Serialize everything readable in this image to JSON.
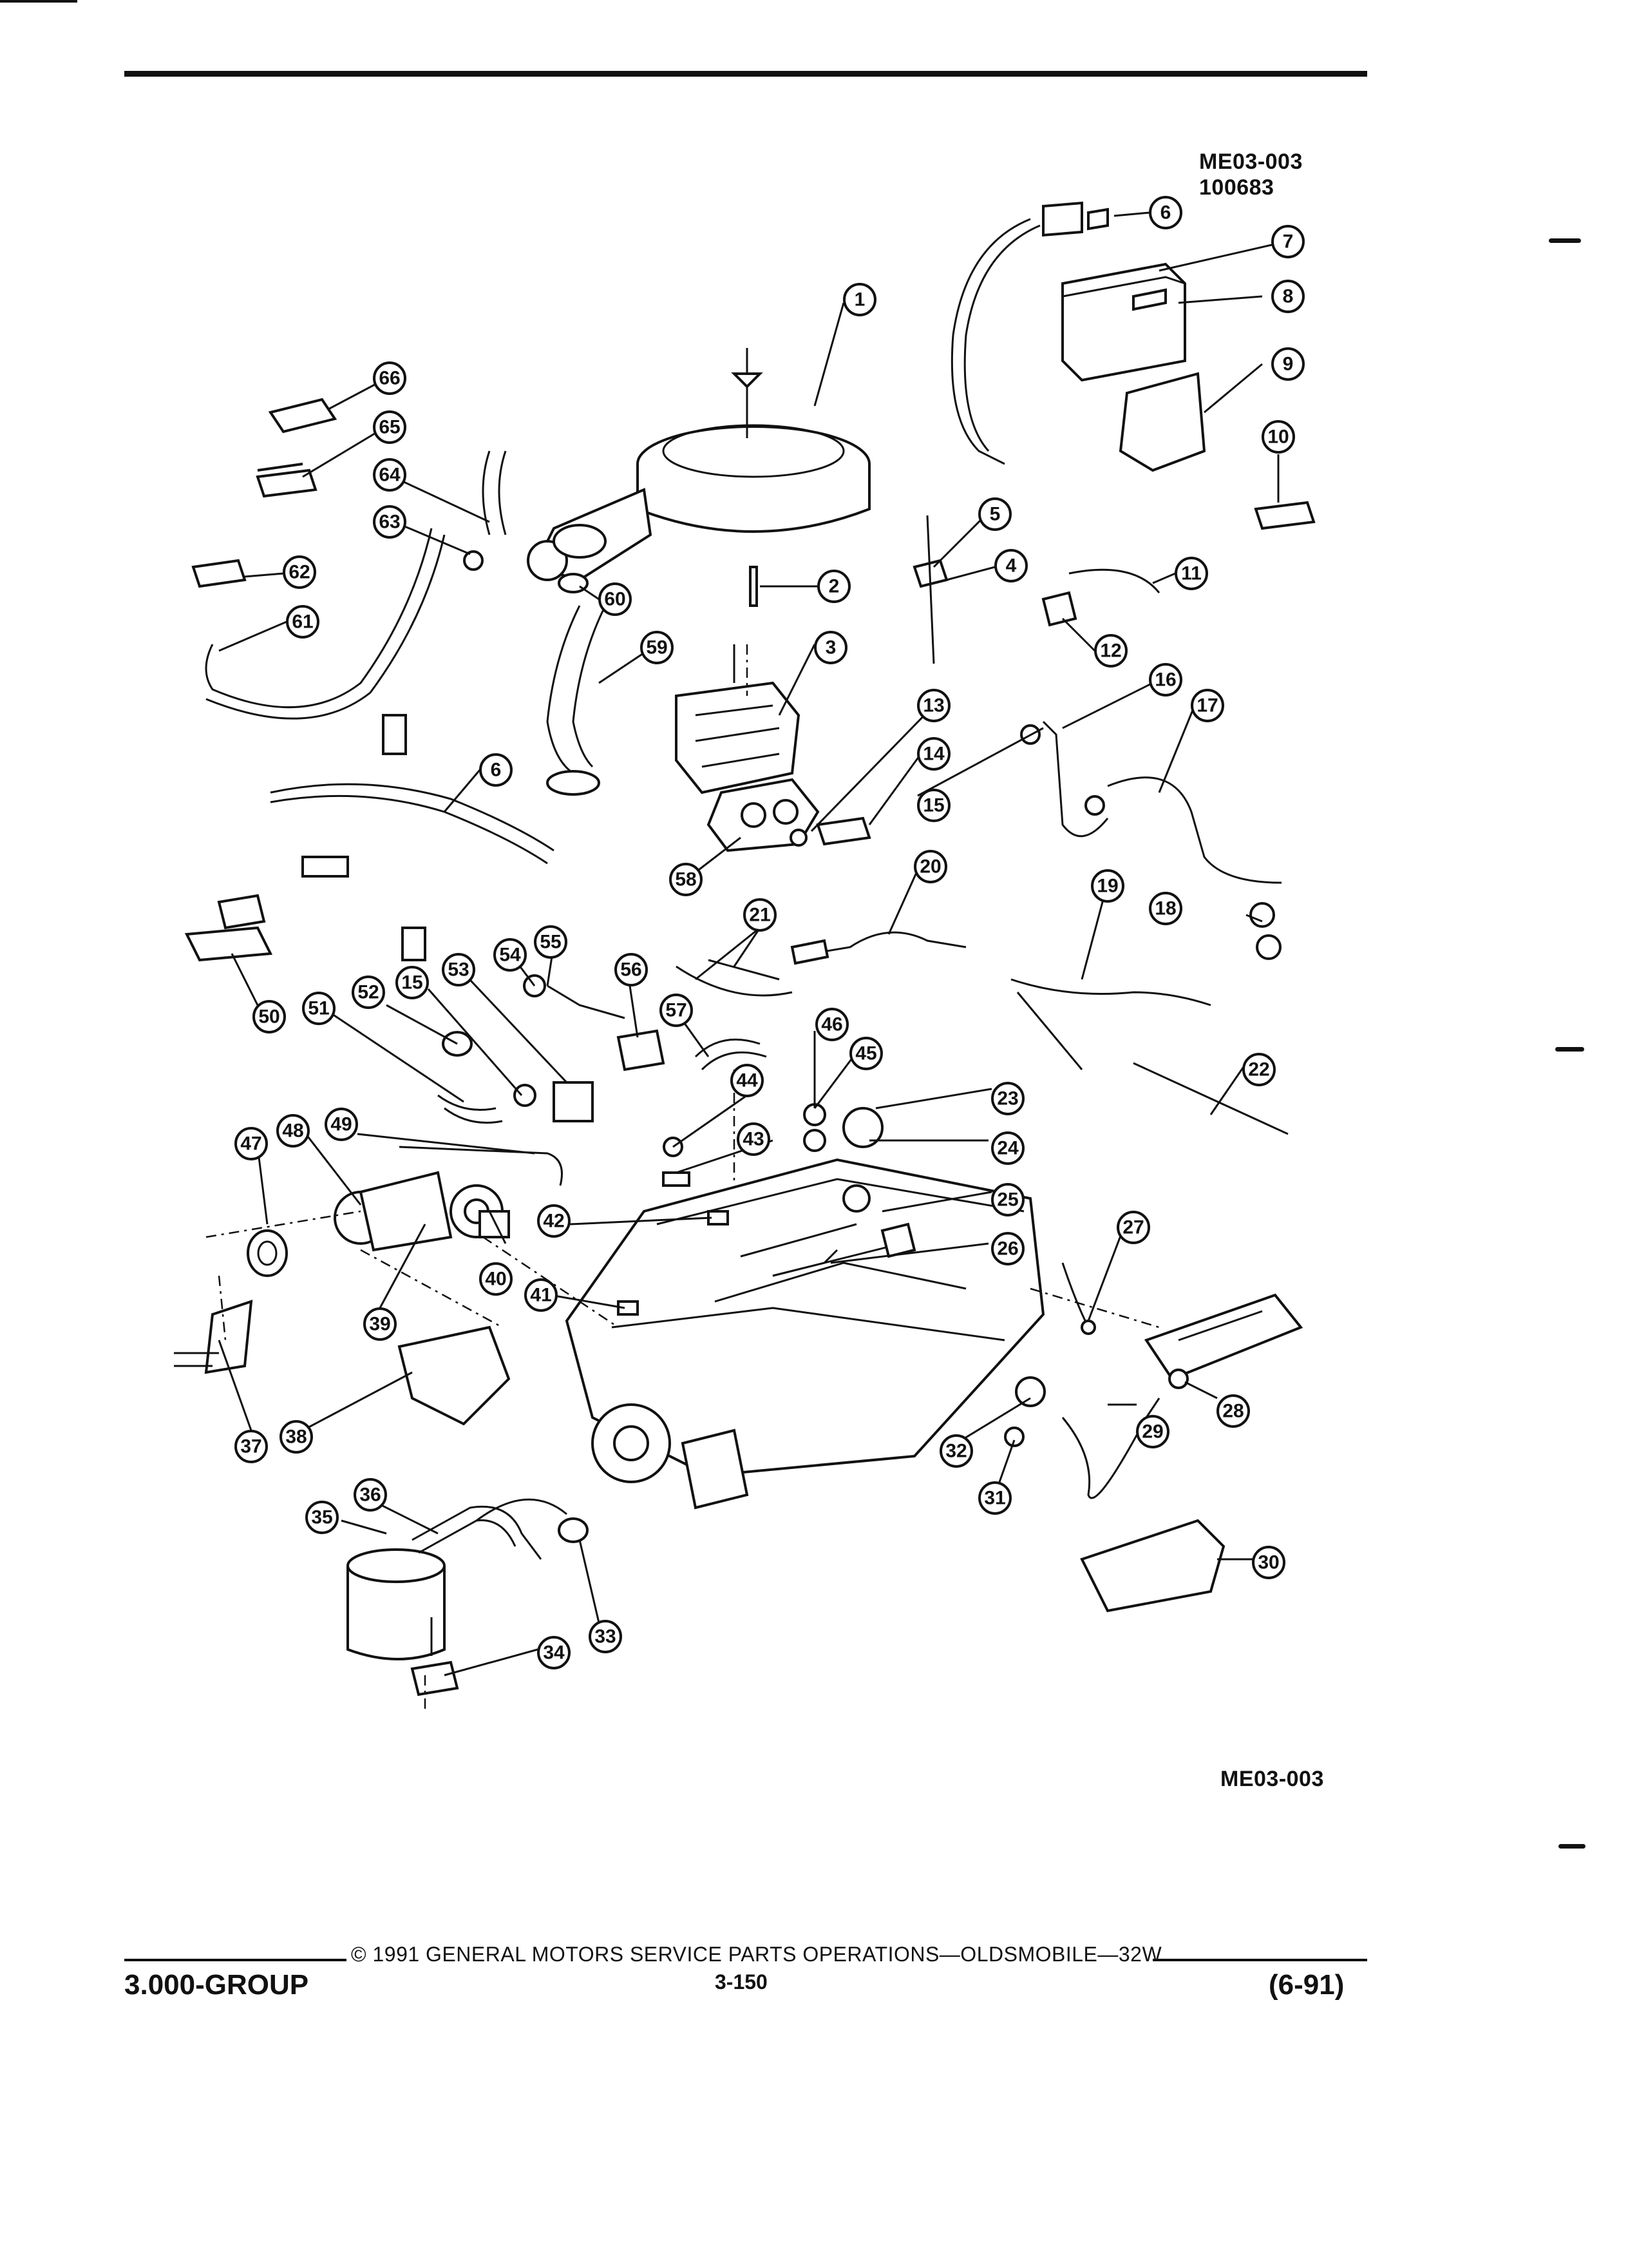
{
  "header": {
    "figure_code": "ME03-003",
    "figure_number": "100683"
  },
  "figure": {
    "caption_code": "ME03-003",
    "callouts": [
      "1",
      "2",
      "3",
      "4",
      "5",
      "6",
      "6",
      "7",
      "8",
      "9",
      "10",
      "11",
      "12",
      "13",
      "14",
      "15",
      "15",
      "16",
      "17",
      "18",
      "19",
      "20",
      "21",
      "22",
      "23",
      "24",
      "25",
      "26",
      "27",
      "28",
      "29",
      "30",
      "31",
      "32",
      "33",
      "34",
      "35",
      "36",
      "37",
      "38",
      "39",
      "40",
      "41",
      "42",
      "43",
      "44",
      "45",
      "46",
      "47",
      "48",
      "49",
      "50",
      "51",
      "52",
      "53",
      "54",
      "55",
      "56",
      "57",
      "58",
      "59",
      "60",
      "61",
      "62",
      "63",
      "64",
      "65",
      "66"
    ]
  },
  "footer": {
    "copyright": "©  1991  GENERAL MOTORS SERVICE PARTS OPERATIONS—OLDSMOBILE—32W",
    "group": "3.000-GROUP",
    "page": "3-150",
    "date": "(6-91)"
  }
}
